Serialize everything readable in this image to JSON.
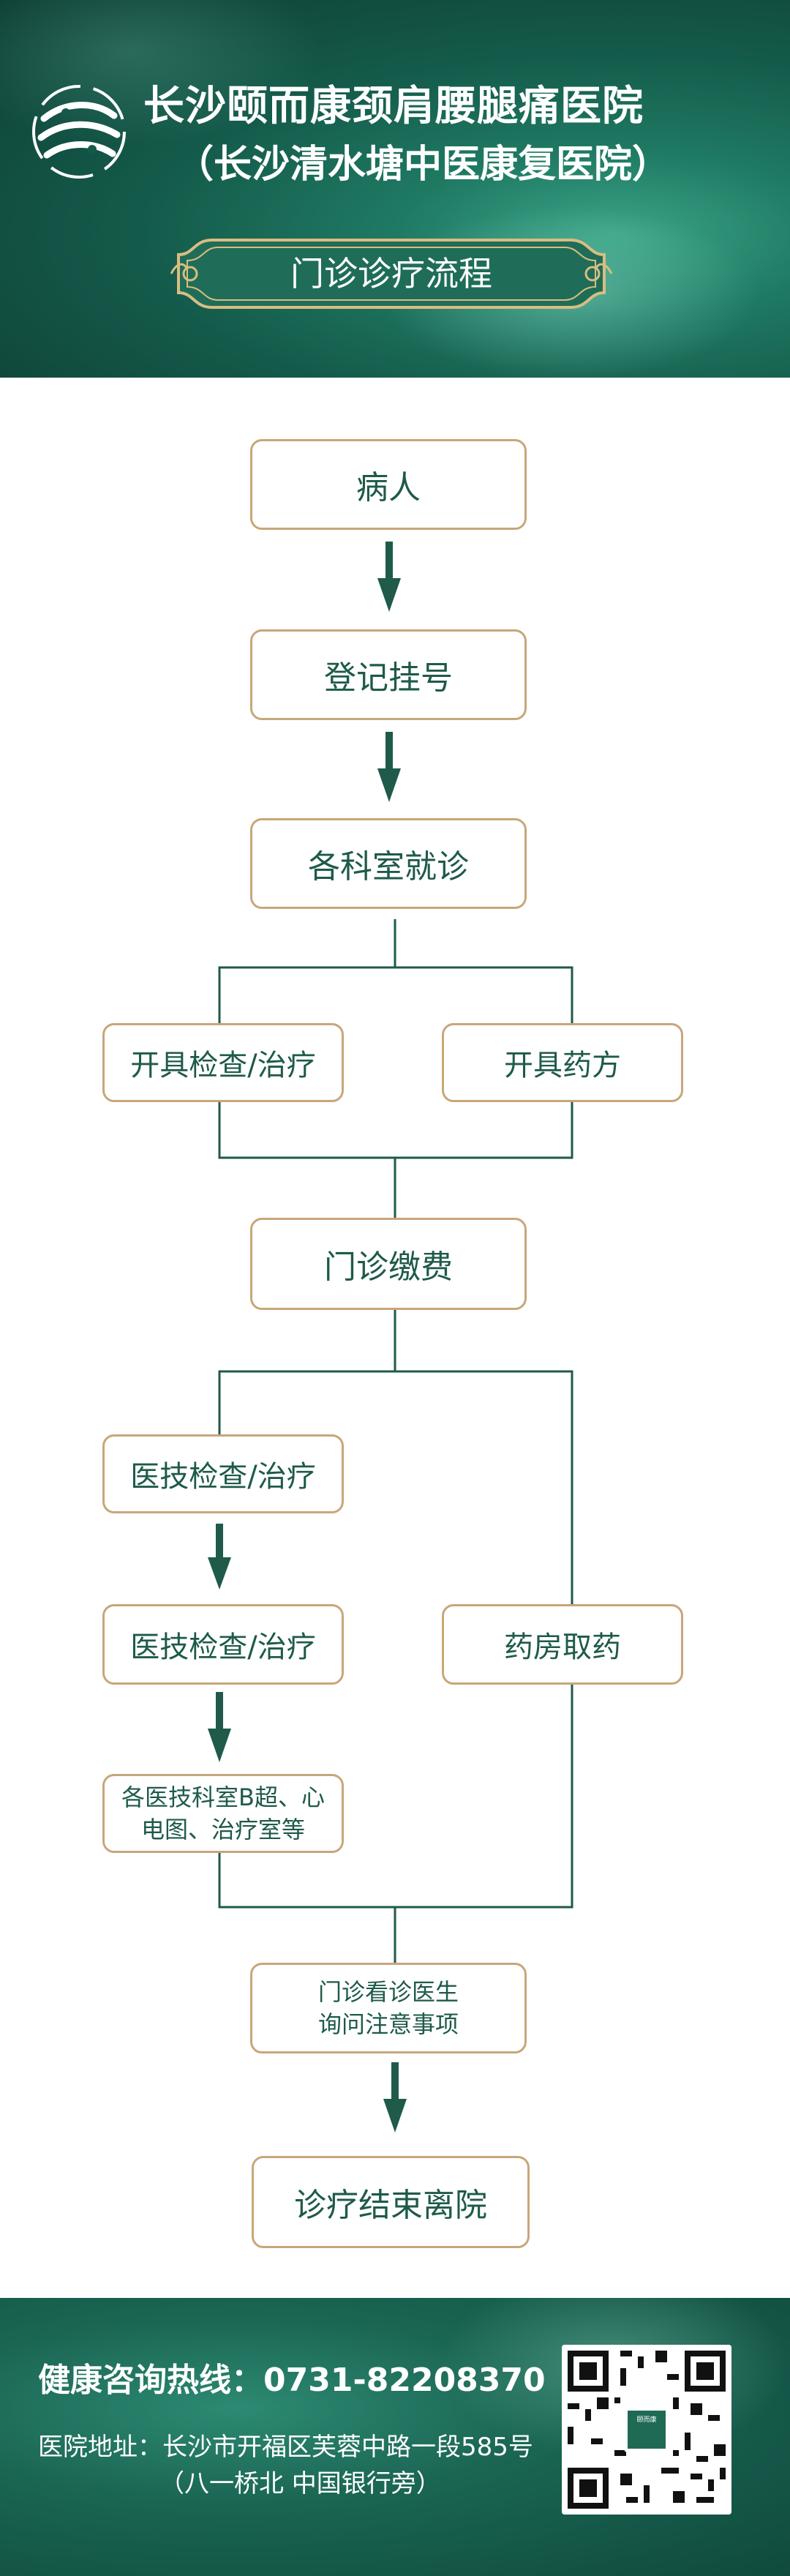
{
  "header": {
    "title": "长沙颐而康颈肩腰腿痛医院",
    "subtitle": "（长沙清水塘中医康复医院）",
    "banner": "门诊诊疗流程"
  },
  "flow": {
    "patient": "病人",
    "register": "登记挂号",
    "department_visit": "各科室就诊",
    "exam_treatment": "开具检查/治疗",
    "prescription": "开具药方",
    "payment": "门诊缴费",
    "tech_exam_1": "医技检查/治疗",
    "tech_exam_2": "医技检查/治疗",
    "pharmacy": "药房取药",
    "tech_rooms": "各医技科室B超、心\n电图、治疗室等",
    "doctor_consult": "门诊看诊医生\n询问注意事项",
    "discharge": "诊疗结束离院"
  },
  "footer": {
    "hotline": "健康咨询热线：0731-82208370",
    "address_line1": "医院地址：长沙市开福区芙蓉中路一段585号",
    "address_line2": "（八一桥北  中国银行旁）",
    "qr_center_text": "颐而康"
  },
  "colors": {
    "primary_green": "#1f5a4a",
    "border_gold": "#c8a67a"
  }
}
